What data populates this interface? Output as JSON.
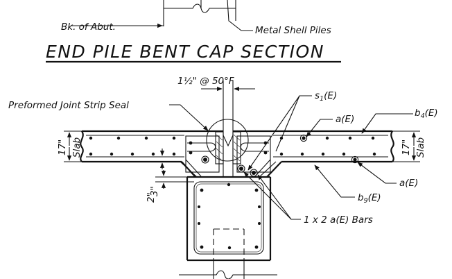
{
  "title": "END PILE BENT CAP SECTION",
  "labels": {
    "back_of_abutment": "Bk. of Abut.",
    "metal_shell_piles": "Metal Shell Piles",
    "joint_gap": "1½\" @ 50°F",
    "joint_seal": "Preformed Joint Strip Seal",
    "slab_depth_left": "17\"",
    "slab_word_left": "Slab",
    "slab_depth_right": "17\"",
    "slab_word_right": "Slab",
    "dim_3in": "3\"",
    "dim_2in": "2\"",
    "s1": "s1(E)",
    "a_top": "a(E)",
    "b4": "b4(E)",
    "a_right": "a(E)",
    "b9": "b9(E)",
    "bars": "1 x 2 a(E) Bars"
  }
}
